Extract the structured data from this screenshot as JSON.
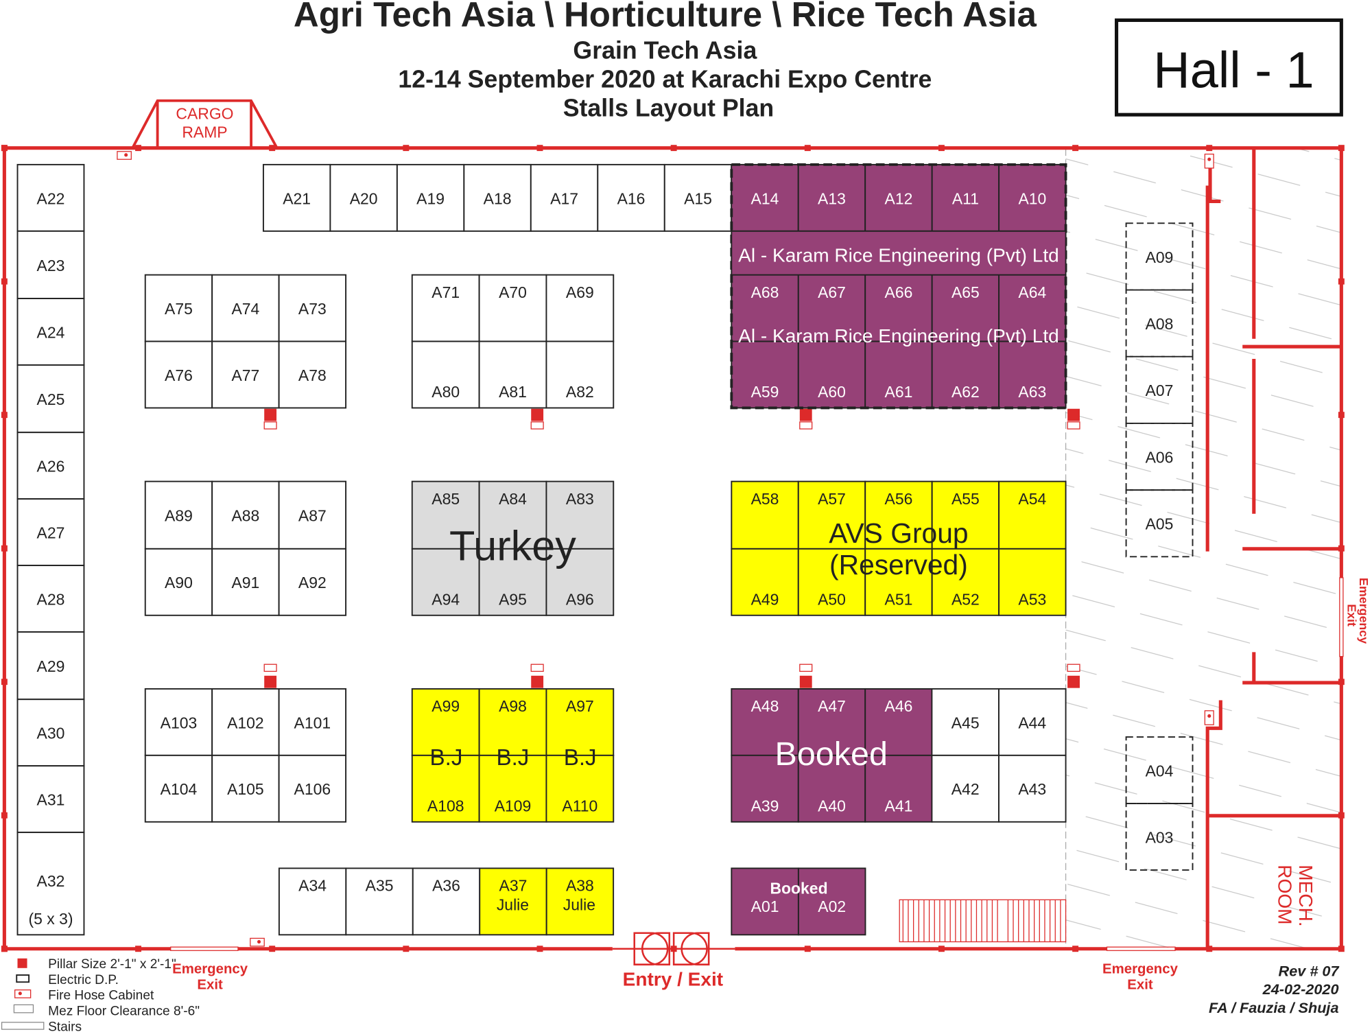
{
  "header": {
    "title": "Agri Tech Asia \\ Horticulture \\ Rice Tech Asia",
    "subtitle": "Grain Tech Asia",
    "date_venue": "12-14 September 2020 at Karachi Expo Centre",
    "plan_name": "Stalls Layout Plan",
    "hall": "Hall - 1"
  },
  "labels": {
    "cargo_ramp_1": "CARGO",
    "cargo_ramp_2": "RAMP",
    "karam_1": "Al - Karam Rice Engineering (Pvt) Ltd",
    "karam_2": "Al - Karam Rice Engineering (Pvt) Ltd",
    "turkey": "Turkey",
    "avs_1": "AVS Group",
    "avs_2": "(Reserved)",
    "bj_1": "B.J",
    "bj_2": "B.J",
    "bj_3": "B.J",
    "booked_big": "Booked",
    "booked_small": "Booked",
    "julie_1": "Julie",
    "julie_2": "Julie",
    "a32_size": "(5 x 3)",
    "mech_room_1": "MECH.",
    "mech_room_2": "ROOM",
    "entry_exit": "Entry / Exit",
    "emergency_exit_left_1": "Emergency",
    "emergency_exit_left_2": "Exit",
    "emergency_exit_right_1": "Emergency",
    "emergency_exit_right_2": "Exit",
    "emergency_exit_side_1": "Emergency",
    "emergency_exit_side_2": "Exit"
  },
  "legend": {
    "pillar": "Pillar Size 2'-1\" x 2'-1\"",
    "electric": "Electric D.P.",
    "fire_hose": "Fire Hose Cabinet",
    "mez": "Mez Floor Clearance 8'-6\"",
    "stairs": "Stairs"
  },
  "revision": {
    "rev": "Rev # 07",
    "date": "24-02-2020",
    "authors": "FA / Fauzia / Shuja"
  },
  "colors": {
    "wall": "#dd2a2a",
    "booked": "#964177",
    "reserved": "#ffff00",
    "country": "#dcdcdc",
    "available": "#ffffff"
  },
  "stalls": [
    {
      "id": "A22",
      "status": "available"
    },
    {
      "id": "A23",
      "status": "available"
    },
    {
      "id": "A24",
      "status": "available"
    },
    {
      "id": "A25",
      "status": "available"
    },
    {
      "id": "A26",
      "status": "available"
    },
    {
      "id": "A27",
      "status": "available"
    },
    {
      "id": "A28",
      "status": "available"
    },
    {
      "id": "A29",
      "status": "available"
    },
    {
      "id": "A30",
      "status": "available"
    },
    {
      "id": "A31",
      "status": "available"
    },
    {
      "id": "A32",
      "status": "available"
    },
    {
      "id": "A21",
      "status": "available"
    },
    {
      "id": "A20",
      "status": "available"
    },
    {
      "id": "A19",
      "status": "available"
    },
    {
      "id": "A18",
      "status": "available"
    },
    {
      "id": "A17",
      "status": "available"
    },
    {
      "id": "A16",
      "status": "available"
    },
    {
      "id": "A15",
      "status": "available"
    },
    {
      "id": "A14",
      "status": "booked"
    },
    {
      "id": "A13",
      "status": "booked"
    },
    {
      "id": "A12",
      "status": "booked"
    },
    {
      "id": "A11",
      "status": "booked"
    },
    {
      "id": "A10",
      "status": "booked"
    },
    {
      "id": "A68",
      "status": "booked"
    },
    {
      "id": "A67",
      "status": "booked"
    },
    {
      "id": "A66",
      "status": "booked"
    },
    {
      "id": "A65",
      "status": "booked"
    },
    {
      "id": "A64",
      "status": "booked"
    },
    {
      "id": "A59",
      "status": "booked"
    },
    {
      "id": "A60",
      "status": "booked"
    },
    {
      "id": "A61",
      "status": "booked"
    },
    {
      "id": "A62",
      "status": "booked"
    },
    {
      "id": "A63",
      "status": "booked"
    },
    {
      "id": "A75",
      "status": "available"
    },
    {
      "id": "A74",
      "status": "available"
    },
    {
      "id": "A73",
      "status": "available"
    },
    {
      "id": "A76",
      "status": "available"
    },
    {
      "id": "A77",
      "status": "available"
    },
    {
      "id": "A78",
      "status": "available"
    },
    {
      "id": "A71",
      "status": "available"
    },
    {
      "id": "A70",
      "status": "available"
    },
    {
      "id": "A69",
      "status": "available"
    },
    {
      "id": "A80",
      "status": "available"
    },
    {
      "id": "A81",
      "status": "available"
    },
    {
      "id": "A82",
      "status": "available"
    },
    {
      "id": "A89",
      "status": "available"
    },
    {
      "id": "A88",
      "status": "available"
    },
    {
      "id": "A87",
      "status": "available"
    },
    {
      "id": "A90",
      "status": "available"
    },
    {
      "id": "A91",
      "status": "available"
    },
    {
      "id": "A92",
      "status": "available"
    },
    {
      "id": "A85",
      "status": "country"
    },
    {
      "id": "A84",
      "status": "country"
    },
    {
      "id": "A83",
      "status": "country"
    },
    {
      "id": "A94",
      "status": "country"
    },
    {
      "id": "A95",
      "status": "country"
    },
    {
      "id": "A96",
      "status": "country"
    },
    {
      "id": "A58",
      "status": "reserved"
    },
    {
      "id": "A57",
      "status": "reserved"
    },
    {
      "id": "A56",
      "status": "reserved"
    },
    {
      "id": "A55",
      "status": "reserved"
    },
    {
      "id": "A54",
      "status": "reserved"
    },
    {
      "id": "A49",
      "status": "reserved"
    },
    {
      "id": "A50",
      "status": "reserved"
    },
    {
      "id": "A51",
      "status": "reserved"
    },
    {
      "id": "A52",
      "status": "reserved"
    },
    {
      "id": "A53",
      "status": "reserved"
    },
    {
      "id": "A103",
      "status": "available"
    },
    {
      "id": "A102",
      "status": "available"
    },
    {
      "id": "A101",
      "status": "available"
    },
    {
      "id": "A104",
      "status": "available"
    },
    {
      "id": "A105",
      "status": "available"
    },
    {
      "id": "A106",
      "status": "available"
    },
    {
      "id": "A99",
      "status": "reserved"
    },
    {
      "id": "A98",
      "status": "reserved"
    },
    {
      "id": "A97",
      "status": "reserved"
    },
    {
      "id": "A108",
      "status": "reserved"
    },
    {
      "id": "A109",
      "status": "reserved"
    },
    {
      "id": "A110",
      "status": "reserved"
    },
    {
      "id": "A48",
      "status": "booked"
    },
    {
      "id": "A47",
      "status": "booked"
    },
    {
      "id": "A46",
      "status": "booked"
    },
    {
      "id": "A39",
      "status": "booked"
    },
    {
      "id": "A40",
      "status": "booked"
    },
    {
      "id": "A41",
      "status": "booked"
    },
    {
      "id": "A45",
      "status": "available"
    },
    {
      "id": "A44",
      "status": "available"
    },
    {
      "id": "A42",
      "status": "available"
    },
    {
      "id": "A43",
      "status": "available"
    },
    {
      "id": "A34",
      "status": "available"
    },
    {
      "id": "A35",
      "status": "available"
    },
    {
      "id": "A36",
      "status": "available"
    },
    {
      "id": "A37",
      "status": "reserved"
    },
    {
      "id": "A38",
      "status": "reserved"
    },
    {
      "id": "A01",
      "status": "booked"
    },
    {
      "id": "A02",
      "status": "booked"
    },
    {
      "id": "A09",
      "status": "available"
    },
    {
      "id": "A08",
      "status": "available"
    },
    {
      "id": "A07",
      "status": "available"
    },
    {
      "id": "A06",
      "status": "available"
    },
    {
      "id": "A05",
      "status": "available"
    },
    {
      "id": "A04",
      "status": "available"
    },
    {
      "id": "A03",
      "status": "available"
    }
  ]
}
